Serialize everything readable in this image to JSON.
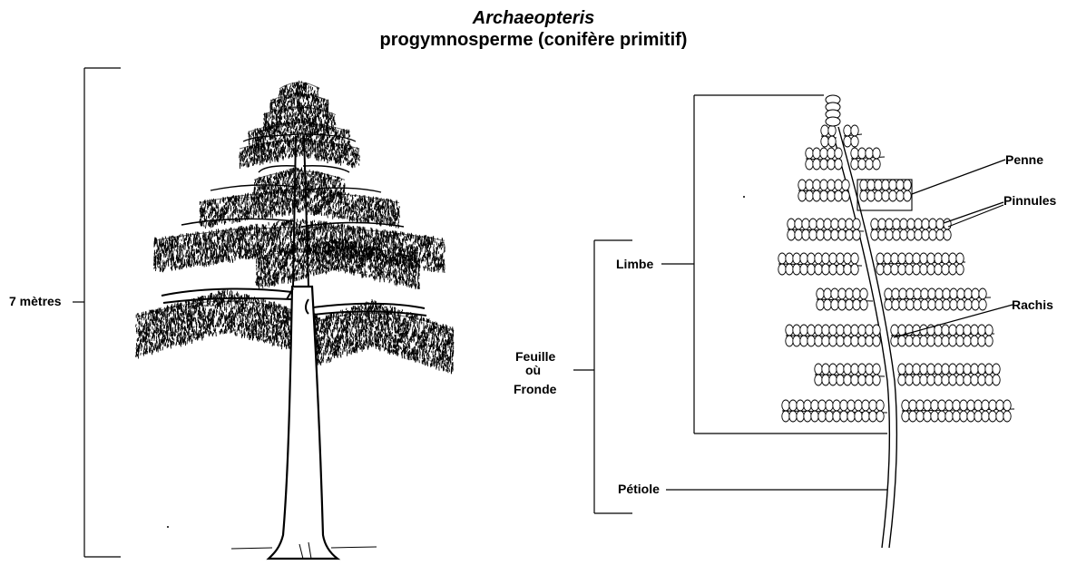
{
  "title": {
    "genus": "Archaeopteris",
    "description": "progymnosperme (conifère primitif)"
  },
  "tree": {
    "height_label": "7 mètres"
  },
  "frond": {
    "labels": {
      "penne": "Penne",
      "pinnules": "Pinnules",
      "rachis": "Rachis",
      "limbe": "Limbe",
      "feuille_line1": "Feuille",
      "feuille_line2": "où",
      "feuille_line3": "Fronde",
      "petiole": "Pétiole"
    }
  },
  "colors": {
    "ink": "#000000",
    "background": "#ffffff"
  }
}
